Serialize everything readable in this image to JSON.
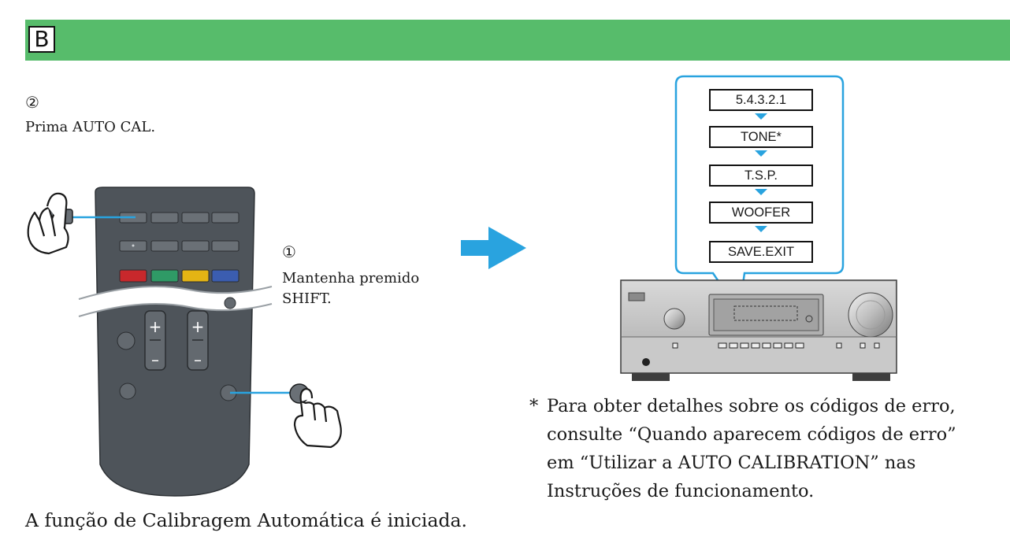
{
  "banner": {
    "letter": "B",
    "color": "#57bc6b"
  },
  "step2": {
    "number": "②",
    "text": "Prima AUTO CAL."
  },
  "step1": {
    "number": "①",
    "line1": "Mantenha premido",
    "line2": "SHIFT."
  },
  "flow": {
    "items": [
      "5.4.3.2.1",
      "TONE*",
      "T.S.P.",
      "WOOFER",
      "SAVE.EXIT"
    ],
    "accent": "#29a3df"
  },
  "remote": {
    "plus": "+",
    "minus": "–"
  },
  "note": {
    "star": "*",
    "lines": [
      "Para obter detalhes sobre os códigos de erro,",
      "consulte “Quando aparecem códigos de erro”",
      "em “Utilizar a AUTO CALIBRATION” nas",
      "Instruções de funcionamento."
    ]
  },
  "footer": "A função de Calibragem Automática é iniciada."
}
